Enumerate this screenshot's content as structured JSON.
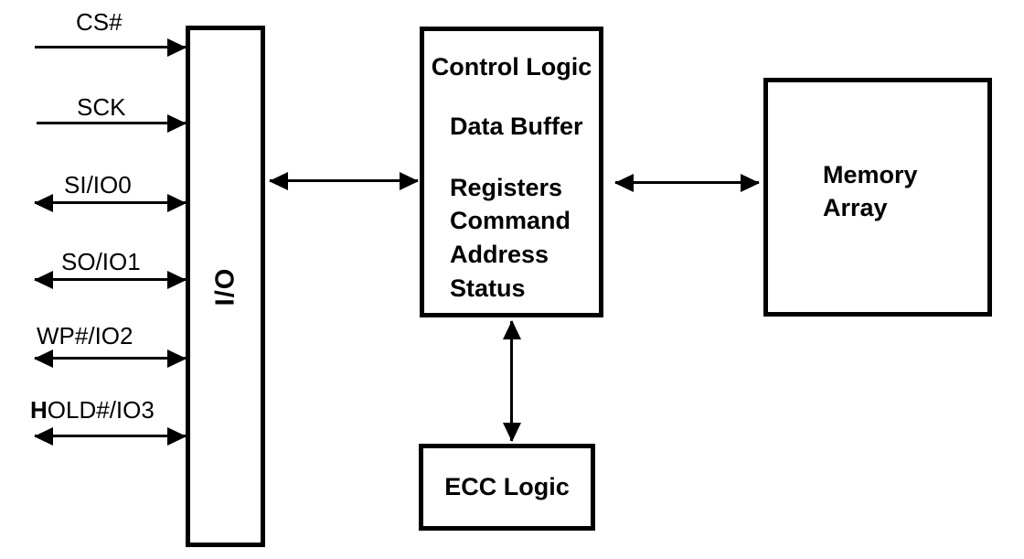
{
  "signals": [
    {
      "label": "CS#",
      "direction": "input"
    },
    {
      "label": "SCK",
      "direction": "input"
    },
    {
      "label": "SI/IO0",
      "direction": "bidirectional"
    },
    {
      "label": "SO/IO1",
      "direction": "bidirectional"
    },
    {
      "label": "WP#/IO2",
      "direction": "bidirectional"
    },
    {
      "label_bold_prefix": "H",
      "label_rest": "OLD#/IO3",
      "direction": "bidirectional"
    }
  ],
  "blocks": {
    "io": {
      "label": "I/O"
    },
    "control": {
      "title": "Control Logic",
      "items": [
        "Data Buffer",
        "Registers",
        "Command",
        "Address",
        "Status"
      ]
    },
    "memory": {
      "label": "Memory\nArray"
    },
    "ecc": {
      "label": "ECC Logic"
    }
  },
  "connections": [
    {
      "from": "I/O",
      "to": "Control Logic",
      "type": "bidirectional"
    },
    {
      "from": "Control Logic",
      "to": "Memory Array",
      "type": "bidirectional"
    },
    {
      "from": "Control Logic",
      "to": "ECC Logic",
      "type": "bidirectional"
    }
  ],
  "colors": {
    "line": "#000000",
    "text": "#000000",
    "background": "#ffffff"
  }
}
